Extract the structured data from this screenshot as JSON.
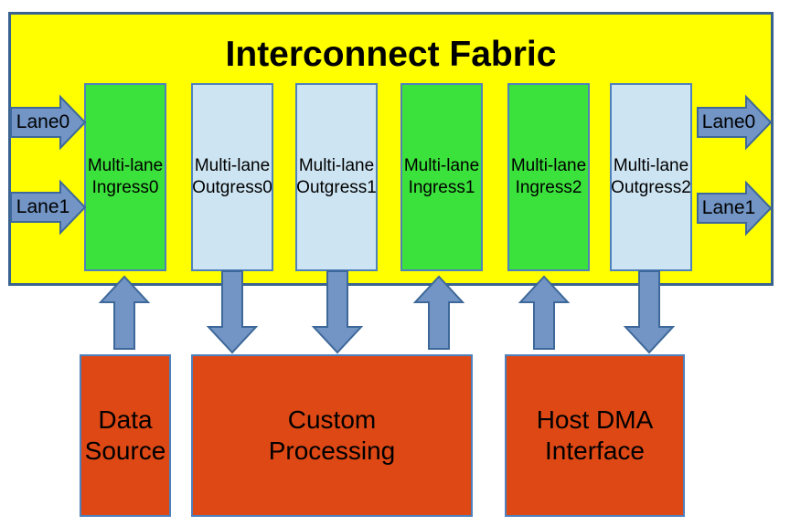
{
  "colors": {
    "yellow": "#ffff00",
    "green": "#3ce23c",
    "light_blue": "#cde4f2",
    "orange": "#dd4814",
    "arrow_fill": "#7295c5",
    "arrow_stroke": "#3d6899",
    "fabric_border": "#3a6390",
    "box_border": "#4f81bd",
    "text": "#000000"
  },
  "fabric": {
    "title": "Interconnect Fabric",
    "modules": [
      {
        "line1": "Multi-lane",
        "line2": "Ingress0",
        "type": "ingress"
      },
      {
        "line1": "Multi-lane",
        "line2": "Outgress0",
        "type": "outgress"
      },
      {
        "line1": "Multi-lane",
        "line2": "Outgress1",
        "type": "outgress"
      },
      {
        "line1": "Multi-lane",
        "line2": "Ingress1",
        "type": "ingress"
      },
      {
        "line1": "Multi-lane",
        "line2": "Ingress2",
        "type": "ingress"
      },
      {
        "line1": "Multi-lane",
        "line2": "Outgress2",
        "type": "outgress"
      }
    ],
    "left_lanes": [
      {
        "label": "Lane0"
      },
      {
        "label": "Lane1"
      }
    ],
    "right_lanes": [
      {
        "label": "Lane0"
      },
      {
        "label": "Lane1"
      }
    ]
  },
  "bottom_blocks": [
    {
      "line1": "Data",
      "line2": "Source"
    },
    {
      "line1": "Custom",
      "line2": "Processing"
    },
    {
      "line1": "Host DMA",
      "line2": "Interface"
    }
  ],
  "connectors": [
    {
      "from": "Data Source",
      "to": "Multi-lane Ingress0",
      "direction": "up"
    },
    {
      "from": "Multi-lane Outgress0",
      "to": "Custom Processing",
      "direction": "down"
    },
    {
      "from": "Multi-lane Outgress1",
      "to": "Custom Processing",
      "direction": "down"
    },
    {
      "from": "Custom Processing",
      "to": "Multi-lane Ingress1",
      "direction": "up"
    },
    {
      "from": "Host DMA Interface",
      "to": "Multi-lane Ingress2",
      "direction": "up"
    },
    {
      "from": "Multi-lane Outgress2",
      "to": "Host DMA Interface",
      "direction": "down"
    }
  ]
}
